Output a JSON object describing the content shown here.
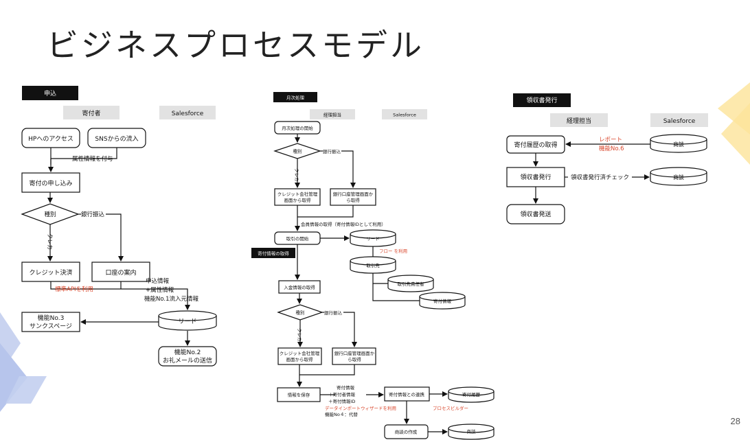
{
  "title": "ビジネスプロセスモデル",
  "page_number": "28",
  "colors": {
    "accent_red": "#d9462b",
    "tag_bg": "#111111",
    "lane_bg": "#e2e2e2",
    "deco_yellow": "#fce7a6",
    "deco_blue": "#b8c6ea"
  },
  "left": {
    "tag": "申込",
    "lane_a": "寄付者",
    "lane_b": "Salesforce",
    "hp": "HPへのアクセス",
    "sns": "SNSからの流入",
    "attr": "属性情報を付与",
    "apply": "寄付の申し込み",
    "type": "種別",
    "bank": "銀行振込",
    "card": "クレカ",
    "credit": "クレジット決済",
    "account": "口座の案内",
    "api": "標準APIを利用",
    "info1": "申込情報",
    "info2": "+属性情報",
    "info3": "機能No.1流入元情報",
    "lead": "リード",
    "f3_1": "機能No.3",
    "f3_2": "サンクスページ",
    "f2_1": "機能No.2",
    "f2_2": "お礼メールの送信"
  },
  "middle": {
    "tag": "月次処理",
    "lane_a": "経理担当",
    "lane_b": "Salesforce",
    "start": "月次処理の開始",
    "type": "種別",
    "bank": "銀行振込",
    "card": "クレカ",
    "credit1": "クレジット会社管理",
    "credit2": "画面から取得",
    "bankscr1": "銀行口座管理画面か",
    "bankscr2": "ら取得",
    "member": "会員情報の取得（寄付情報IDとして利用）",
    "deal": "取引の開始",
    "lead": "リード",
    "flow": "フロー を利用",
    "tag2": "寄付情報の取得",
    "partner": "取引先",
    "partner_resp": "取引先責任者",
    "donation_info": "寄付情報",
    "deposit": "入金情報の取得",
    "type2": "種別",
    "bank2": "銀行振込",
    "card2": "クレカ",
    "credit1b": "クレジット会社管理",
    "credit2b": "画面から取得",
    "bankscr1b": "銀行口座管理画面か",
    "bankscr2b": "ら取得",
    "save": "情報を保存",
    "s1": "寄付情報",
    "s2": "＋寄付者情報",
    "s3": "＋寄付情報ID",
    "dataloader": "データインポートウィザードを利用",
    "f4": "機能No４：代替",
    "link": "寄付情報との連携",
    "history": "寄付履歴",
    "pb": "プロセスビルダー",
    "opp_create": "商談の作成",
    "opp": "商談"
  },
  "right": {
    "tag": "領収書発行",
    "lane_a": "経理担当",
    "lane_b": "Salesforce",
    "history": "寄付履歴の取得",
    "report": "レポート",
    "f6": "機能No.6",
    "opp1": "商談",
    "issue": "領収書発行",
    "check": "領収書発行済チェック",
    "opp2": "商談",
    "send": "領収書発送"
  }
}
